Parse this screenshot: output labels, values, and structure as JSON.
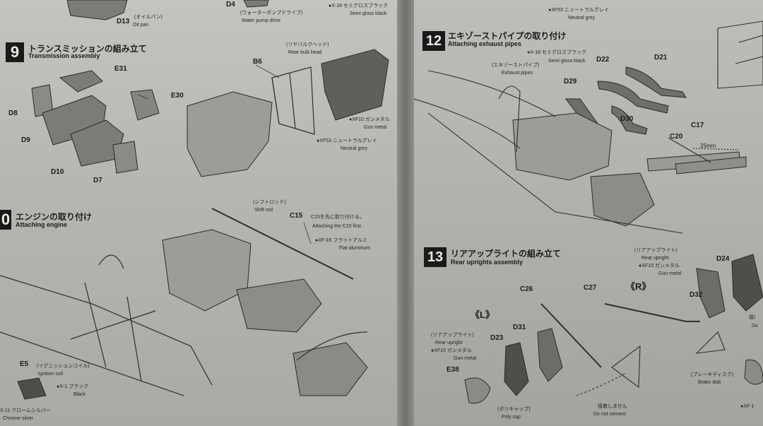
{
  "left_page": {
    "top_parts": [
      {
        "id": "d13",
        "label": "D13",
        "note_jp": "(オイルパン)",
        "note_en": "Oil pan"
      },
      {
        "id": "d4",
        "label": "D4",
        "note_jp": "(ウォーターポンプドライブ)",
        "note_en": "Water pump drive"
      }
    ],
    "top_paint": {
      "jp": "●X-18 セミグロスブラック",
      "en": "Semi gloss black"
    },
    "step9": {
      "number": "9",
      "title_jp": "トランスミッションの組み立て",
      "title_en": "Transmission assembly",
      "parts": [
        "E31",
        "E30",
        "D8",
        "D9",
        "D10",
        "D7",
        "B6"
      ],
      "rear_bulk_head": {
        "jp": "(リヤバルクヘッド)",
        "en": "Rear bulk head"
      },
      "paint_gun": {
        "jp": "●XF10 ガンメタル",
        "en": "Gun metal"
      },
      "paint_grey": {
        "jp": "●XF53 ニュートラルグレイ",
        "en": "Neutral grey"
      }
    },
    "step10": {
      "number": "0",
      "title_jp": "エンジンの取り付け",
      "title_en": "Attaching engine",
      "shift_rod": {
        "jp": "(シフトロッド)",
        "en": "Shift rod"
      },
      "c15_label": "C15",
      "c15_note": {
        "jp": "C15を先に取り付ける。",
        "en": "Attaching the C15 first."
      },
      "paint_flat_al": {
        "jp": "●XF-16 フラットアルミ",
        "en": "Flat aluminum"
      },
      "e5_label": "E5",
      "ignition_coil": {
        "jp": "(イグニッションコイル)",
        "en": "Ignition coil"
      },
      "paint_black": {
        "jp": "●X-1 ブラック",
        "en": "Black"
      },
      "paint_chrome": {
        "jp": "X-11 クロームシルバー",
        "en": "Chrome silver"
      }
    }
  },
  "right_page": {
    "top_paint": {
      "jp": "●XF53 ニュートラルグレイ",
      "en": "Neutral grey"
    },
    "step12": {
      "number": "12",
      "title_jp": "エキゾーストパイプの取り付け",
      "title_en": "Attaching exhaust pipes",
      "paint_black": {
        "jp": "●X-18 セミグロスブラック",
        "en": "Semi gloss black"
      },
      "exhaust_pipes": {
        "jp": "(エキゾーストパイプ)",
        "en": "Exhaust pipes"
      },
      "parts": [
        "D22",
        "D21",
        "D29",
        "D30",
        "C20",
        "C17"
      ],
      "dimension": "25mm"
    },
    "step13": {
      "number": "13",
      "title_jp": "リアアップライトの組み立て",
      "title_en": "Rear uprights assembly",
      "side_l": "《L》",
      "side_r": "《R》",
      "parts": [
        "C26",
        "C27",
        "D23",
        "D31",
        "E38",
        "D24",
        "D32"
      ],
      "upright_l": {
        "jp": "(リアアップライト)",
        "en": "Rear upright"
      },
      "upright_r": {
        "jp": "(リアアップライト)",
        "en": "Rear upright"
      },
      "paint_gun_l": {
        "jp": "●XF10 ガンメタル",
        "en": "Gun metal"
      },
      "paint_gun_r": {
        "jp": "●XF10 ガンメタル",
        "en": "Gun metal"
      },
      "poly_cap": {
        "jp": "(ポリキャップ)",
        "en": "Poly cap"
      },
      "no_cement": {
        "jp": "接着しません",
        "en": "Do not cement"
      },
      "brake_disk": {
        "jp": "(ブレーキディスク)",
        "en": "Brake disk"
      },
      "cut_off": {
        "a": "接(",
        "b": "Do",
        "c": "●XF-1"
      }
    }
  }
}
